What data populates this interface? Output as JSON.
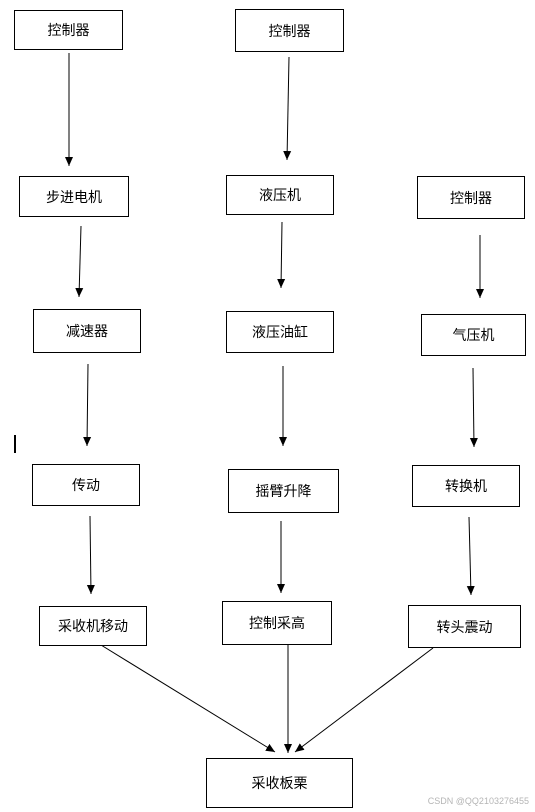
{
  "diagram": {
    "nodes": {
      "ctrl_a": "控制器",
      "ctrl_b": "控制器",
      "ctrl_c": "控制器",
      "stepper": "步进电机",
      "hydraulic_machine": "液压机",
      "reducer": "减速器",
      "hydraulic_cylinder": "液压油缸",
      "air_compressor": "气压机",
      "transmission": "传动",
      "arm_lift": "摇臂升降",
      "converter": "转换机",
      "harvester_move": "采收机移动",
      "control_height": "控制采高",
      "head_vibrate": "转头震动",
      "harvest_board": "采收板栗"
    },
    "edges": [
      [
        "ctrl_a",
        "stepper"
      ],
      [
        "stepper",
        "reducer"
      ],
      [
        "reducer",
        "transmission"
      ],
      [
        "transmission",
        "harvester_move"
      ],
      [
        "ctrl_b",
        "hydraulic_machine"
      ],
      [
        "hydraulic_machine",
        "hydraulic_cylinder"
      ],
      [
        "hydraulic_cylinder",
        "arm_lift"
      ],
      [
        "arm_lift",
        "control_height"
      ],
      [
        "ctrl_c",
        "air_compressor"
      ],
      [
        "air_compressor",
        "converter"
      ],
      [
        "converter",
        "head_vibrate"
      ],
      [
        "harvester_move",
        "harvest_board"
      ],
      [
        "control_height",
        "harvest_board"
      ],
      [
        "head_vibrate",
        "harvest_board"
      ]
    ]
  },
  "watermark": "CSDN @QQ2103276455"
}
